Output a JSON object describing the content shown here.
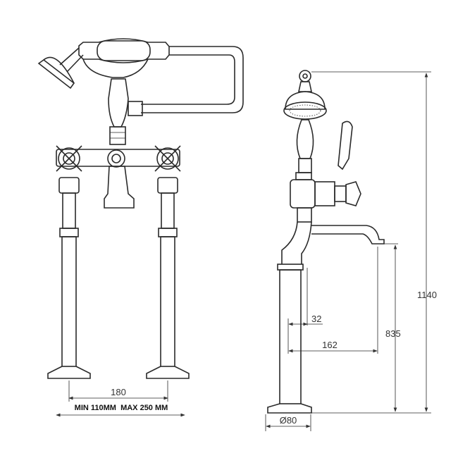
{
  "front_view": {
    "dimension_centres": "180",
    "dimension_range": "MIN 110MM  MAX 250 MM"
  },
  "side_view": {
    "dimension_height_total": "1140",
    "dimension_spout_height": "835",
    "dimension_spout_reach": "162",
    "dimension_offset": "32",
    "dimension_base_diameter": "Ø80"
  }
}
